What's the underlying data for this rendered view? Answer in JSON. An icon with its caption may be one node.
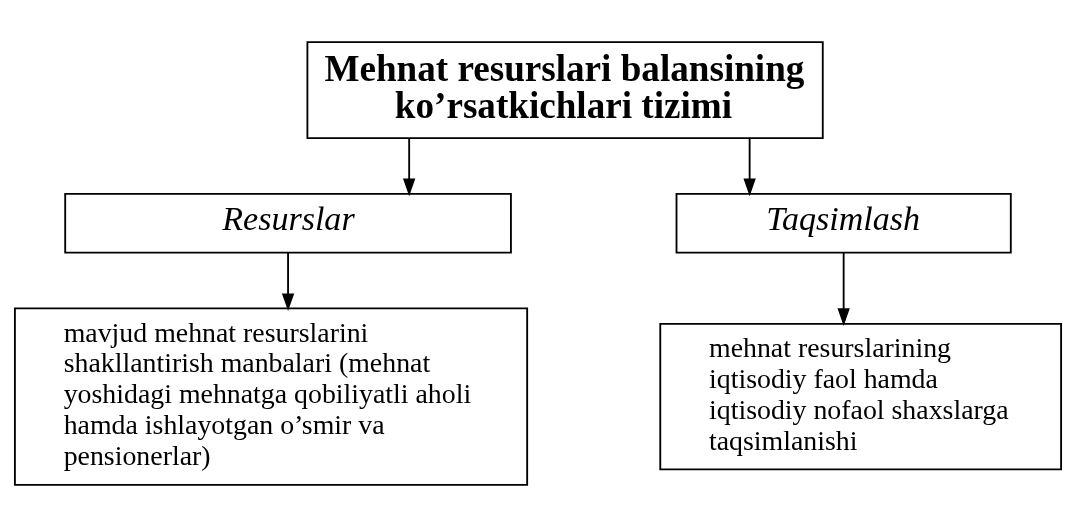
{
  "diagram": {
    "nodes": [
      {
        "text": [
          "Mehnat resurslari balansining ko’rsatkichlari tizimi"
        ]
      },
      {
        "text": [
          "Resurslar"
        ]
      },
      {
        "text": [
          "Taqsimlash"
        ]
      },
      {
        "text": [
          "mavjud mehnat resurslarini shakllantirish manbalari (mehnat yoshidagi mehnatga qobiliyatli aholi hamda ishlayotgan o’smir va pensionerlar)"
        ]
      },
      {
        "text": [
          "mehnat resurslarining iqtisodiy faol hamda iqtisodiy nofaol shaxslarga taqsimlanishi"
        ]
      }
    ],
    "edges": [
      {
        "from": 0,
        "to": 1,
        "arrow": "to"
      },
      {
        "from": 0,
        "to": 2,
        "arrow": "to"
      },
      {
        "from": 1,
        "to": 3,
        "arrow": "to"
      },
      {
        "from": 2,
        "to": 4,
        "arrow": "to"
      }
    ]
  }
}
